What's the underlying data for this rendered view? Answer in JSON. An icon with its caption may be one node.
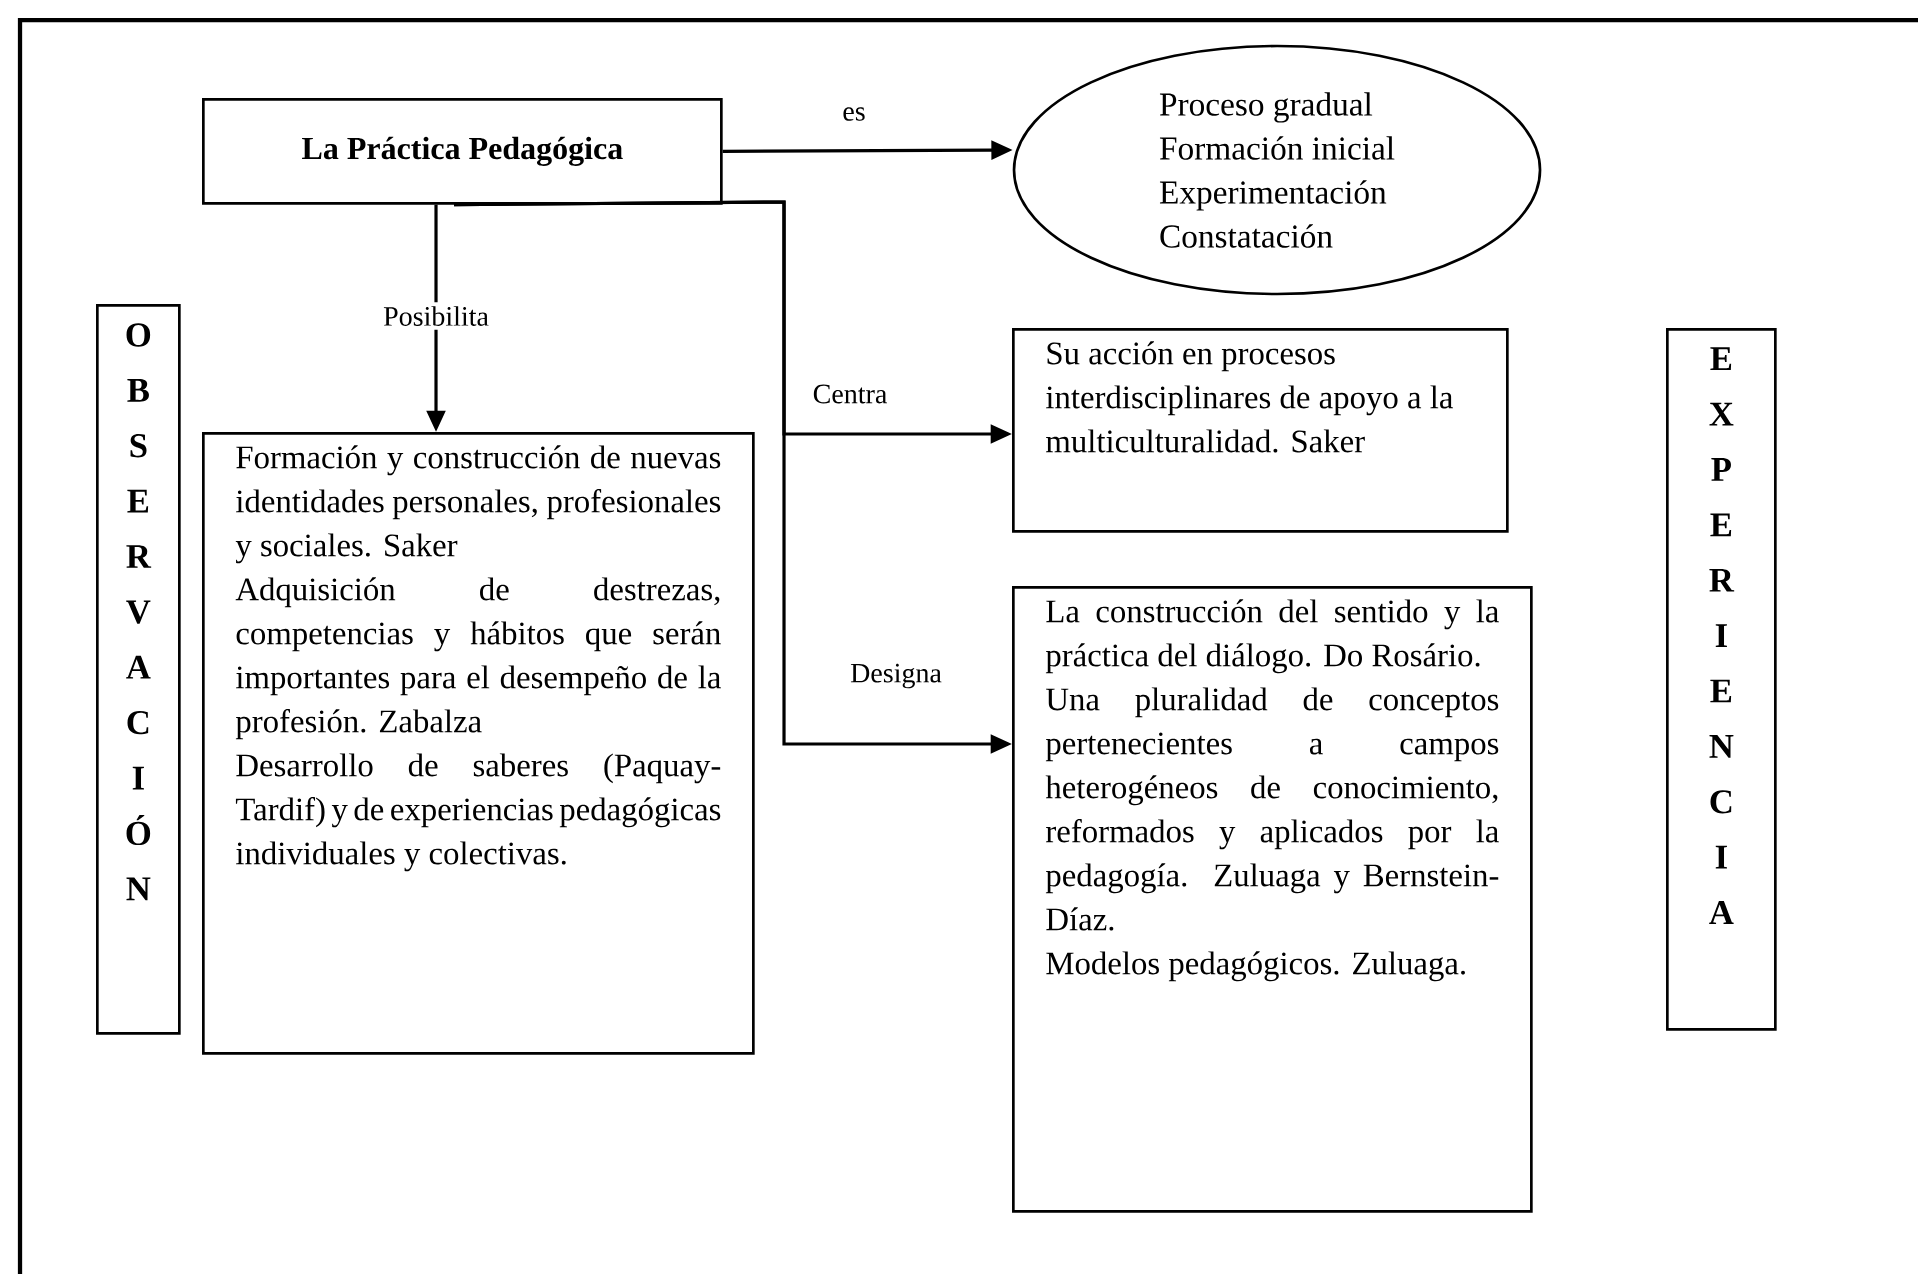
{
  "diagram": {
    "nodes": [
      {
        "text": [
          "La Práctica Pedagógica"
        ]
      },
      {
        "text": [
          "Proceso gradual",
          "Formación inicial",
          "Experimentación",
          "Constatación"
        ]
      },
      {
        "text": [
          "OBSERVACIÓN"
        ]
      },
      {
        "text": [
          "Formación y construcción de nuevas identidades personales, profesionales y sociales. Saker",
          "Adquisición de destrezas, competencias y hábitos que serán importantes para el desempeño de la profesión. Zabalza",
          "Desarrollo de saberes (Paquay-Tardif) y de experiencias pedagógicas individuales y colectivas."
        ]
      },
      {
        "text": [
          "Su acción en procesos interdisciplinares de apoyo a la multiculturalidad. Saker"
        ]
      },
      {
        "text": [
          "La construcción del sentido y la práctica del diálogo. Do Rosário.",
          "Una pluralidad de conceptos pertenecientes a campos heterogéneos de conocimiento, reformados y aplicados por la pedagogía. Zuluaga y Bernstein-Díaz.",
          "Modelos pedagógicos. Zuluaga."
        ]
      },
      {
        "text": [
          "EXPERIENCIA"
        ]
      }
    ],
    "edges": [
      {
        "from": 0,
        "to": 1,
        "arrow": "to",
        "label": "es"
      },
      {
        "from": 0,
        "to": 3,
        "arrow": "to",
        "label": "Posibilita"
      },
      {
        "from": 0,
        "to": 4,
        "arrow": "to",
        "label": "Centra"
      },
      {
        "from": 0,
        "to": 5,
        "arrow": "to",
        "label": "Designa"
      }
    ]
  }
}
